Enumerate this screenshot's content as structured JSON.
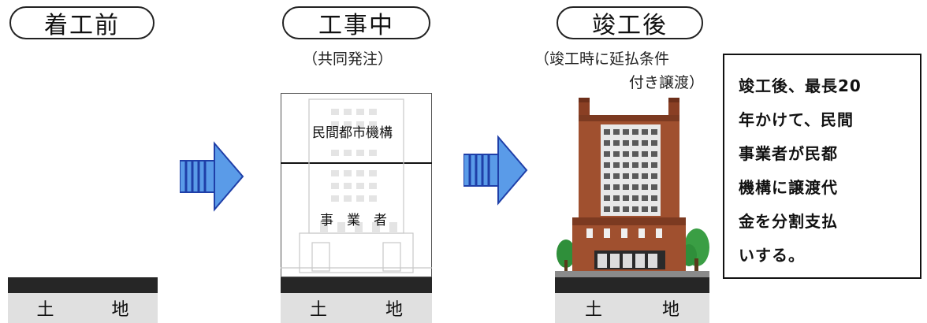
{
  "stages": [
    {
      "title": "着工前",
      "land": [
        "土",
        "地"
      ]
    },
    {
      "title": "工事中",
      "subtitle": "（共同発注）",
      "upper_label": "民間都市機構",
      "lower_label": "事　業　者",
      "land": [
        "土",
        "地"
      ]
    },
    {
      "title": "竣工後",
      "subtitle_line1": "（竣工時に延払条件",
      "subtitle_line2": "付き譲渡）",
      "land": [
        "土",
        "地"
      ]
    }
  ],
  "note": {
    "lines": [
      "竣工後、最長20",
      "年かけて、民間",
      "事業者が民都",
      "機構に譲渡代",
      "金を分割支払",
      "いする。"
    ]
  },
  "colors": {
    "arrow_fill": "#5a9be8",
    "arrow_stroke": "#1f3fa8",
    "brick": "#a0502f",
    "ground": "#262626",
    "land": "#e0e0e0"
  }
}
